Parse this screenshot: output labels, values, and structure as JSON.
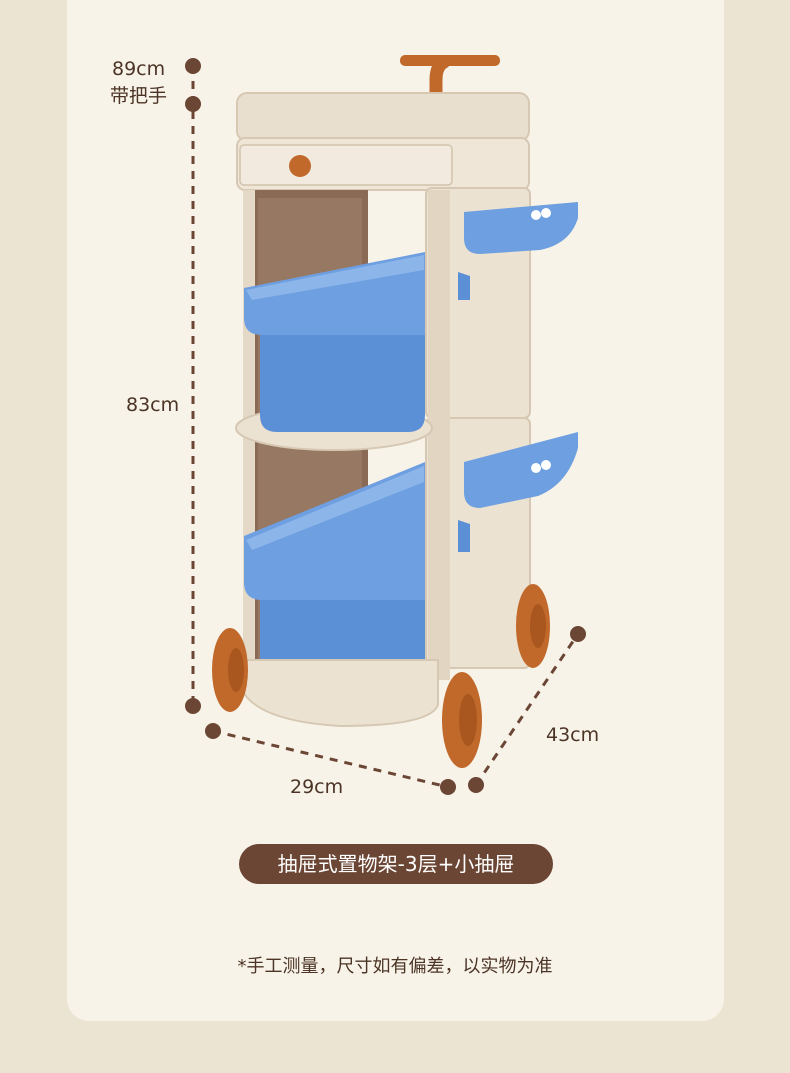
{
  "dimensions": {
    "handle_height": "89cm",
    "handle_note": "带把手",
    "body_height": "83cm",
    "width": "29cm",
    "depth": "43cm"
  },
  "caption": "抽屉式置物架-3层+小抽屉",
  "footnote": "*手工测量，尺寸如有偏差，以实物为准",
  "colors": {
    "background": "#ece4d3",
    "card": "#f8f3e8",
    "frame": "#e9dfcf",
    "basket_blue": "#5b8fd6",
    "wheel_orange": "#c0692b",
    "accent_brown": "#6b4634"
  }
}
